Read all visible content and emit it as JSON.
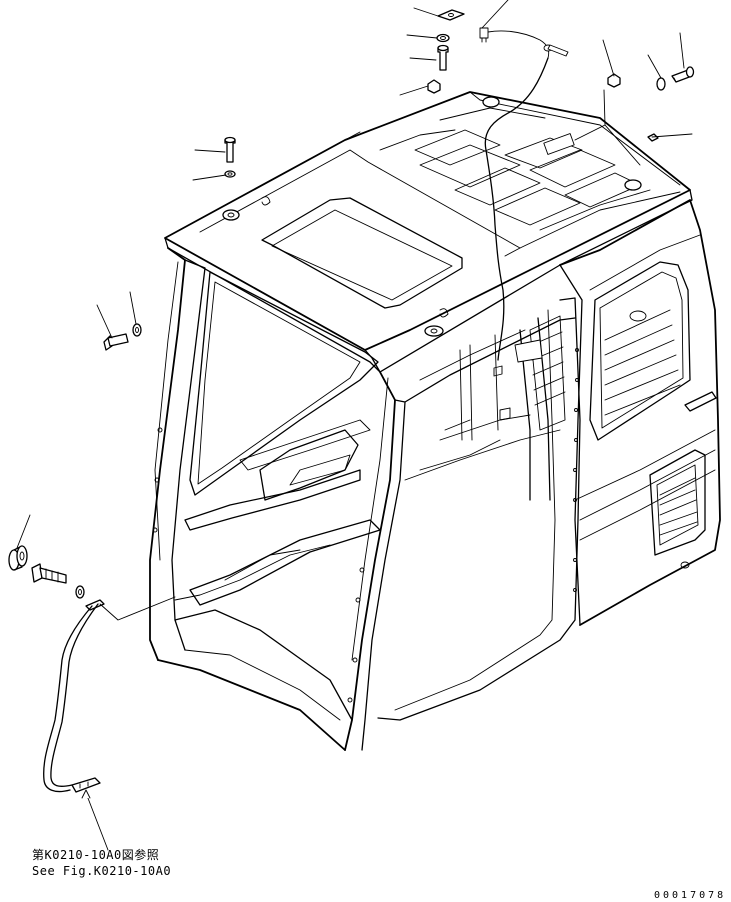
{
  "reference": {
    "line_jp": "第K0210-10A0図参照",
    "line_en": "See Fig.K0210-10A0"
  },
  "serial_number": "00017078"
}
